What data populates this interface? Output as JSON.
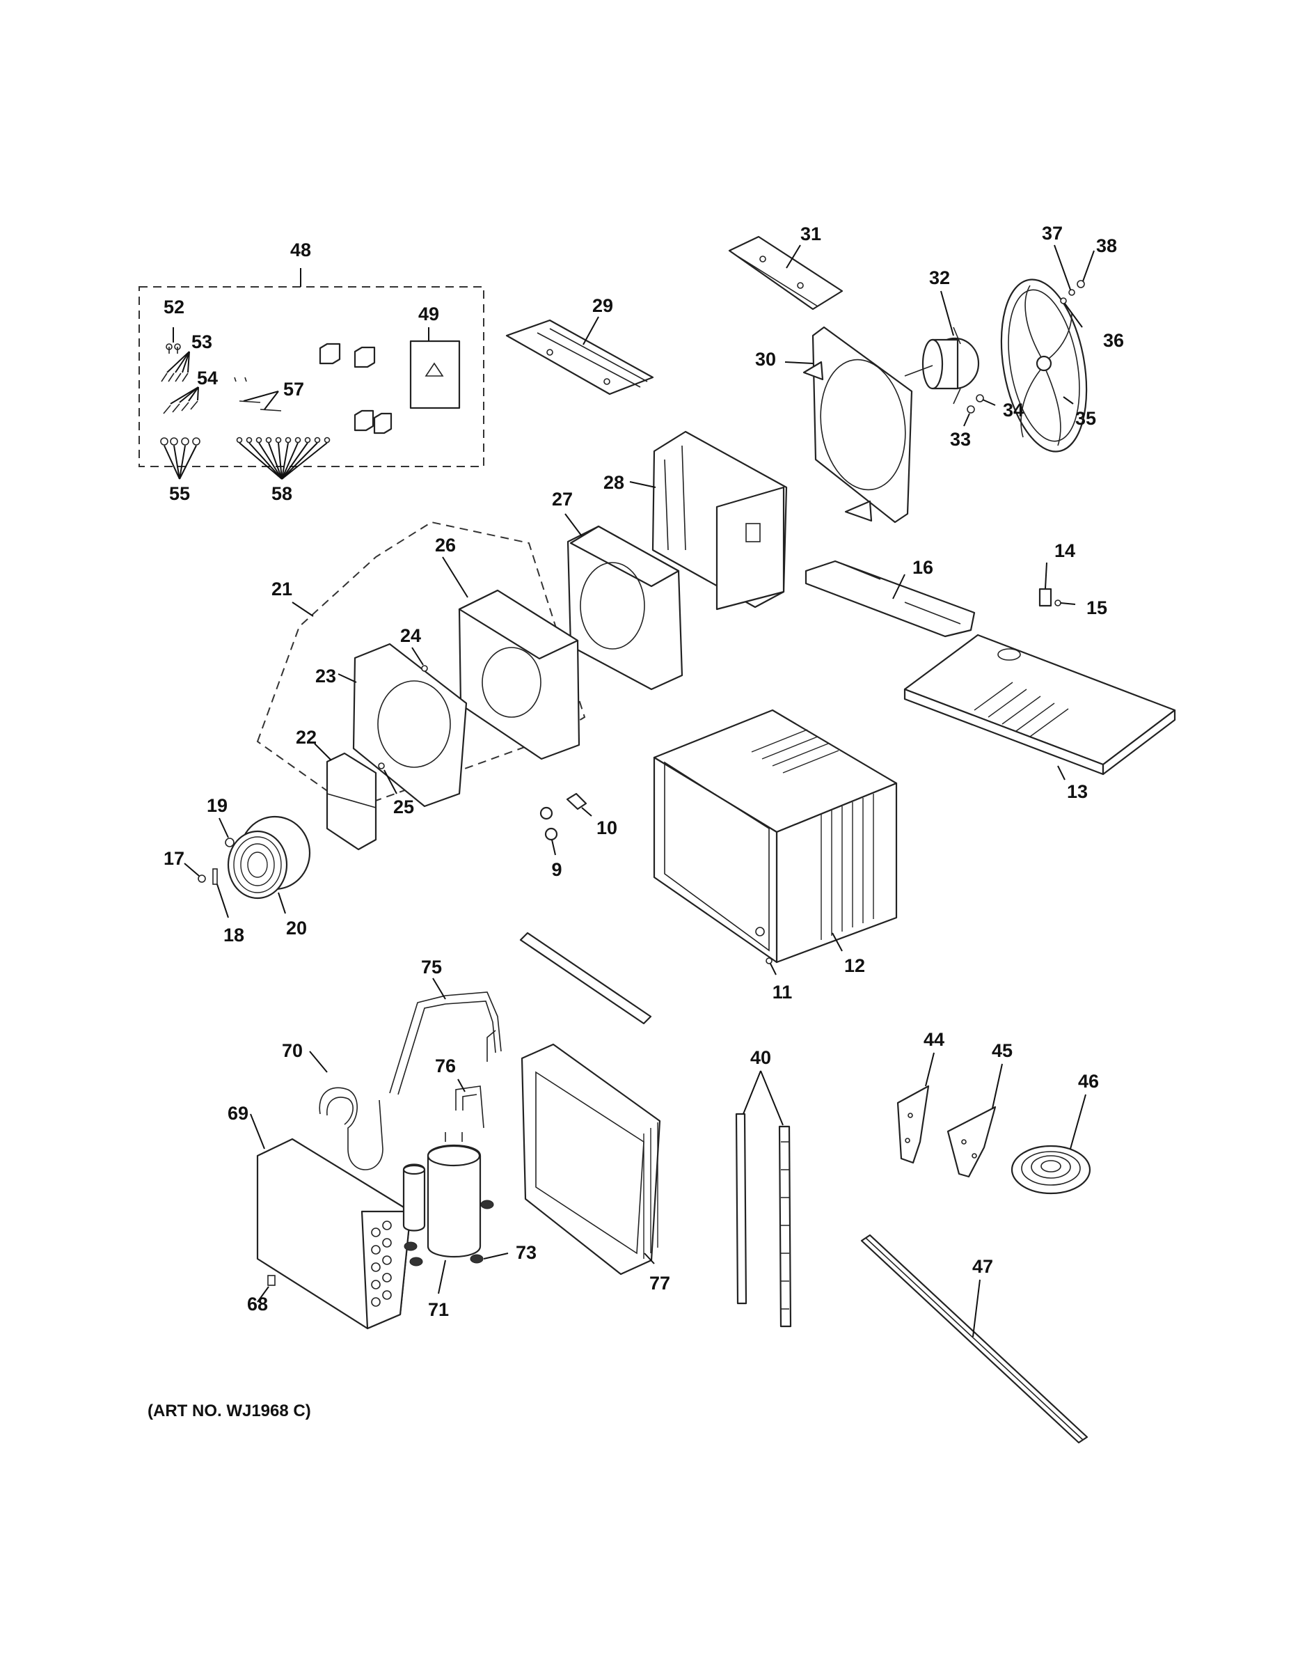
{
  "art_number": "(ART NO. WJ1968 C)",
  "callouts": [
    {
      "id": "48",
      "text": "48"
    },
    {
      "id": "49",
      "text": "49"
    },
    {
      "id": "52",
      "text": "52"
    },
    {
      "id": "53",
      "text": "53"
    },
    {
      "id": "54",
      "text": "54"
    },
    {
      "id": "55",
      "text": "55"
    },
    {
      "id": "57",
      "text": "57"
    },
    {
      "id": "58",
      "text": "58"
    },
    {
      "id": "29",
      "text": "29"
    },
    {
      "id": "31",
      "text": "31"
    },
    {
      "id": "30",
      "text": "30"
    },
    {
      "id": "32",
      "text": "32"
    },
    {
      "id": "33",
      "text": "33"
    },
    {
      "id": "34",
      "text": "34"
    },
    {
      "id": "35",
      "text": "35"
    },
    {
      "id": "36",
      "text": "36"
    },
    {
      "id": "37",
      "text": "37"
    },
    {
      "id": "38",
      "text": "38"
    },
    {
      "id": "28",
      "text": "28"
    },
    {
      "id": "27",
      "text": "27"
    },
    {
      "id": "26",
      "text": "26"
    },
    {
      "id": "21",
      "text": "21"
    },
    {
      "id": "24",
      "text": "24"
    },
    {
      "id": "23",
      "text": "23"
    },
    {
      "id": "22",
      "text": "22"
    },
    {
      "id": "25",
      "text": "25"
    },
    {
      "id": "16",
      "text": "16"
    },
    {
      "id": "14",
      "text": "14"
    },
    {
      "id": "15",
      "text": "15"
    },
    {
      "id": "13",
      "text": "13"
    },
    {
      "id": "19",
      "text": "19"
    },
    {
      "id": "17",
      "text": "17"
    },
    {
      "id": "18",
      "text": "18"
    },
    {
      "id": "20",
      "text": "20"
    },
    {
      "id": "10",
      "text": "10"
    },
    {
      "id": "9",
      "text": "9"
    },
    {
      "id": "12",
      "text": "12"
    },
    {
      "id": "11",
      "text": "11"
    },
    {
      "id": "75",
      "text": "75"
    },
    {
      "id": "70",
      "text": "70"
    },
    {
      "id": "76",
      "text": "76"
    },
    {
      "id": "69",
      "text": "69"
    },
    {
      "id": "68",
      "text": "68"
    },
    {
      "id": "71",
      "text": "71"
    },
    {
      "id": "73",
      "text": "73"
    },
    {
      "id": "77",
      "text": "77"
    },
    {
      "id": "40",
      "text": "40"
    },
    {
      "id": "44",
      "text": "44"
    },
    {
      "id": "45",
      "text": "45"
    },
    {
      "id": "46",
      "text": "46"
    },
    {
      "id": "47",
      "text": "47"
    }
  ]
}
